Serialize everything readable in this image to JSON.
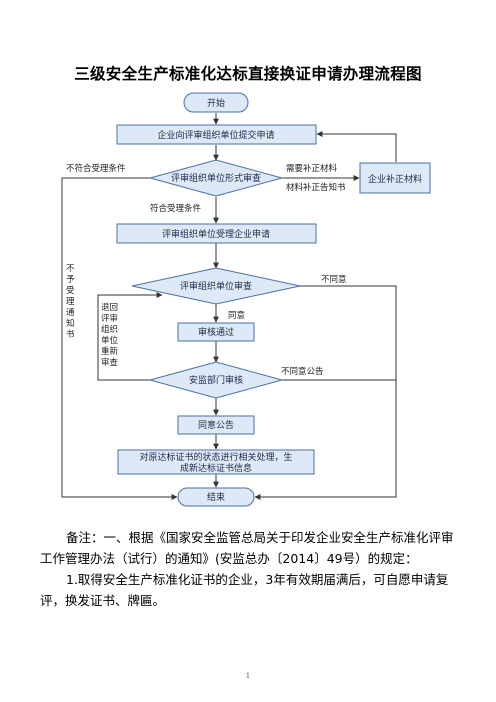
{
  "title": "三级安全生产标准化达标直接换证申请办理流程图",
  "nodes": {
    "start": "开始",
    "submit": "企业向评审组织单位提交申请",
    "form_review": "评审组织单位形式审查",
    "supplement": "企业补正材料",
    "accept": "评审组织单位受理企业申请",
    "org_review": "评审组织单位审查",
    "passed": "审核通过",
    "safety_review": "安监部门审核",
    "announce": "同意公告",
    "process_line1": "对原达标证书的状态进行相关处理，生",
    "process_line2": "成新达标证书信息",
    "end": "结束"
  },
  "edge_labels": {
    "not_meet": "不符合受理条件",
    "need_supplement": "需要补正材料",
    "supplement_notice": "材料补正告知书",
    "meet": "符合受理条件",
    "not_accept_notice": [
      "不",
      "予",
      "受",
      "理",
      "通",
      "知",
      "书"
    ],
    "disagree": "不同意",
    "agree": "同意",
    "return_back": [
      "退回",
      "评审",
      "组织",
      "单位",
      "重新",
      "审查"
    ],
    "disagree_announce": "不同意公告"
  },
  "notes": {
    "line1": "备注：一、根据《国家安全监管总局关于印发企业安全生产标准化评审工作管理办法（试行）的通知》(安监总办〔2014〕49号）的规定：",
    "line2": "1.取得安全生产标准化证书的企业，3年有效期届满后，可自愿申请复评，换发证书、牌匾。"
  },
  "page_number": "1",
  "colors": {
    "node_fill": "#dde9f6",
    "node_stroke": "#4a6fa5",
    "line": "#333333"
  }
}
